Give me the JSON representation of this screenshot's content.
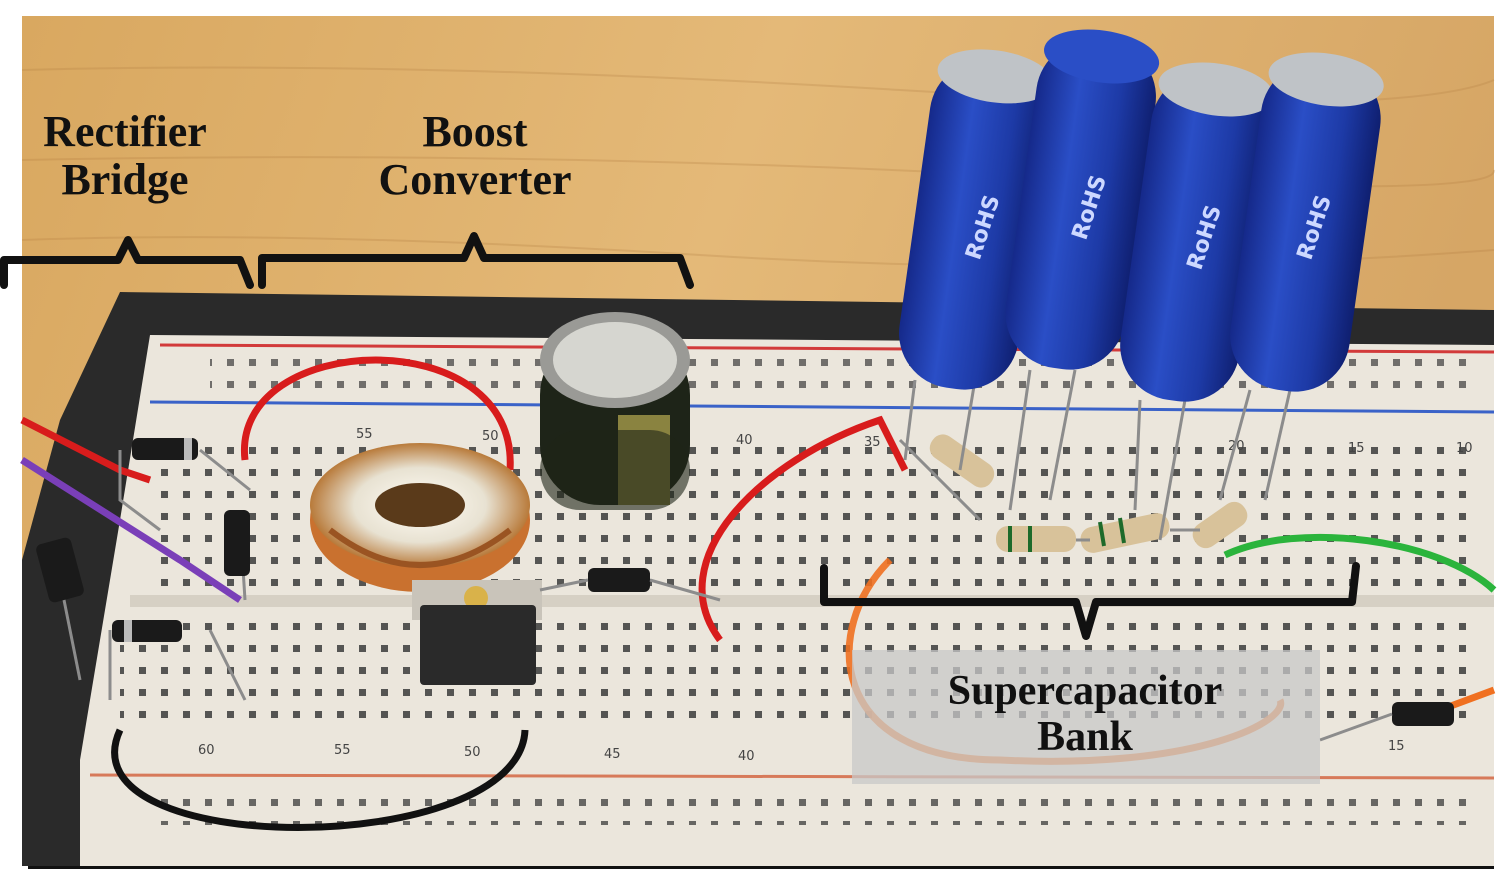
{
  "labels": {
    "rectifier": {
      "line1": "Rectifier",
      "line2": "Bridge"
    },
    "boost": {
      "line1": "Boost",
      "line2": "Converter"
    },
    "supercap": {
      "line1": "Supercapacitor",
      "line2": "Bank"
    }
  },
  "breadboard_numbers": {
    "top_row": [
      "55",
      "50",
      "40",
      "35",
      "20",
      "15",
      "10"
    ],
    "bottom_row": [
      "60",
      "55",
      "50",
      "45",
      "40",
      "15"
    ]
  },
  "capacitor_marking": "RoHS",
  "colors": {
    "wood": "#d8a869",
    "board_base": "#2b2b2b",
    "breadboard": "#ece8df",
    "rail_red": "#d23a3a",
    "rail_blue": "#3a62c8",
    "supercap_blue": "#1c3ca8",
    "wire_red": "#d81c1c",
    "wire_purple": "#7a3fb8",
    "wire_black": "#111111",
    "wire_orange": "#f07020",
    "wire_green": "#2bb43c",
    "copper": "#c9712f"
  }
}
